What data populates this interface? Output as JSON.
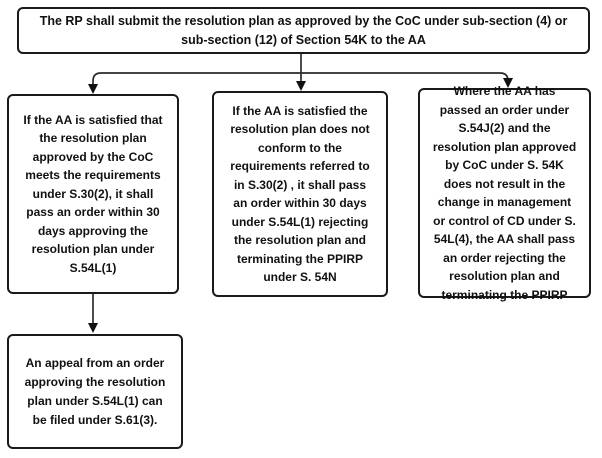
{
  "flowchart": {
    "root": {
      "text": "The RP shall submit the resolution plan as approved by the CoC under sub-section (4) or\nsub-section (12) of Section 54K to the AA"
    },
    "branches": [
      {
        "id": "approve",
        "text": "If the AA is satisfied that\nthe resolution plan\napproved by the CoC\nmeets the requirements\nunder S.30(2), it shall\npass an order within 30\ndays approving the\nresolution plan under\nS.54L(1)"
      },
      {
        "id": "reject",
        "text": "If the AA is satisfied the\nresolution plan does not\nconform to the\nrequirements referred to\nin S.30(2) , it shall pass\nan order within 30 days\nunder S.54L(1) rejecting\nthe resolution plan and\nterminating the PPIRP\nunder S. 54N"
      },
      {
        "id": "no-change-in-control",
        "text": "Where the AA has\npassed an order under\nS.54J(2) and the\nresolution plan approved\nby CoC under S. 54K\ndoes not result in the\nchange in management\nor control of CD under S.\n54L(4), the AA shall pass\nan order rejecting the\nresolution plan and\nterminating the PPIRP"
      }
    ],
    "appeal": {
      "text": "An appeal from an order\napproving the resolution\nplan under S.54L(1) can\nbe filed under S.61(3)."
    }
  },
  "colors": {
    "node_border": "#1a1a1a",
    "node_background": "#ffffff",
    "text": "#111111",
    "connector": "#2b2b2b",
    "page_background": "#ffffff"
  }
}
